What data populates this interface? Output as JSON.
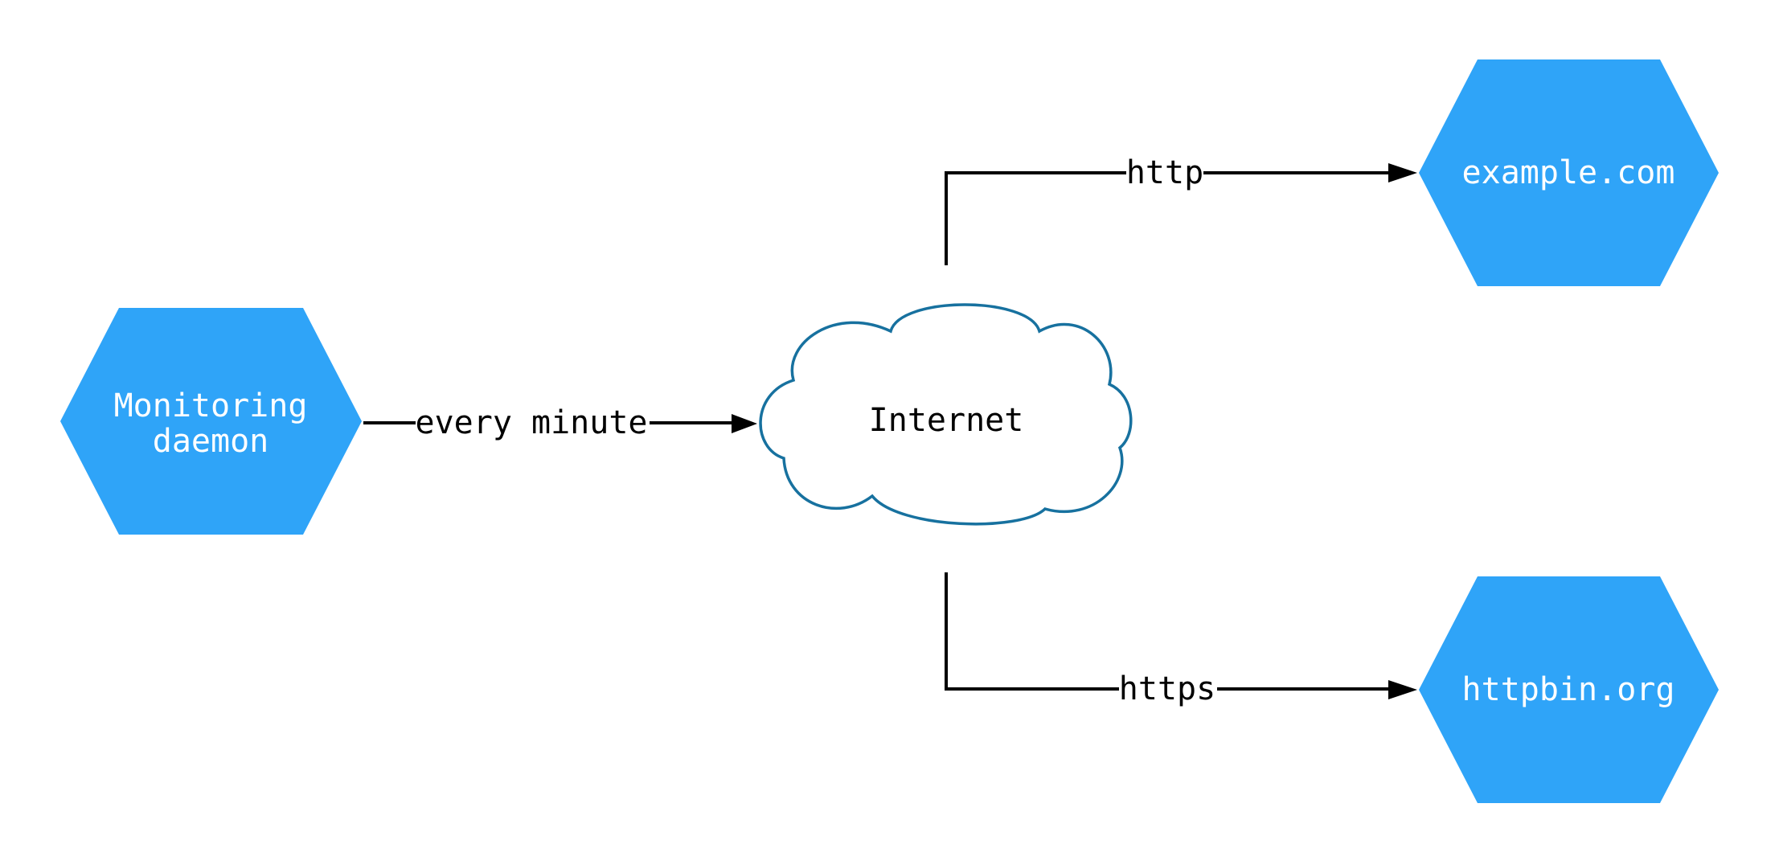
{
  "diagram": {
    "title": "monitoring-architecture-diagram",
    "background": "#ffffff",
    "colors": {
      "node_fill": "#2FA4F8",
      "node_text": "#ffffff",
      "cloud_stroke": "#17719F",
      "cloud_fill": "#ffffff",
      "edge": "#000000",
      "edge_label_text": "#000000"
    },
    "nodes": {
      "monitoring": {
        "label": "Monitoring daemon",
        "label_lines": [
          "Monitoring",
          "daemon"
        ],
        "shape": "hexagon"
      },
      "internet": {
        "label": "Internet",
        "shape": "cloud"
      },
      "example": {
        "label": "example.com",
        "shape": "hexagon"
      },
      "httpbin": {
        "label": "httpbin.org",
        "shape": "hexagon"
      }
    },
    "edges": {
      "every_minute": {
        "label": "every minute",
        "from": "monitoring",
        "to": "internet"
      },
      "http": {
        "label": "http",
        "from": "internet",
        "to": "example"
      },
      "https": {
        "label": "https",
        "from": "internet",
        "to": "httpbin"
      }
    }
  }
}
